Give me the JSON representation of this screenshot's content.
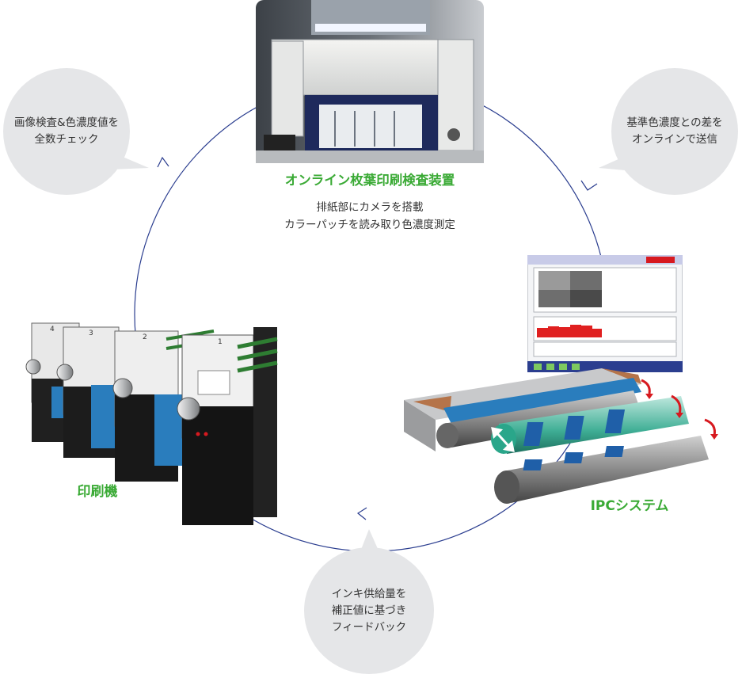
{
  "colors": {
    "accent": "#3aaa35",
    "bubble": "#e5e6e8",
    "cycle_line": "#2a3d8f",
    "press_blue": "#2a7dbd",
    "roller_teal": "#2aa68a",
    "roller_blue": "#1f5fa8",
    "arrow_red": "#d7191f"
  },
  "bubbles": {
    "top_left": {
      "lines": [
        "画像検査&色濃度値を",
        "全数チェック"
      ]
    },
    "top_right": {
      "lines": [
        "基準色濃度との差を",
        "オンラインで送信"
      ]
    },
    "bottom": {
      "lines": [
        "インキ供給量を",
        "補正値に基づき",
        "フィードバック"
      ]
    }
  },
  "inspection_device": {
    "title": "オンライン枚葉印刷検査装置",
    "desc": [
      "排紙部にカメラを搭載",
      "カラーパッチを読み取り色濃度測定"
    ]
  },
  "press_label": "印刷機",
  "ipc_label": "IPCシステム",
  "press_unit_numbers": [
    "4",
    "3",
    "2",
    "1"
  ]
}
